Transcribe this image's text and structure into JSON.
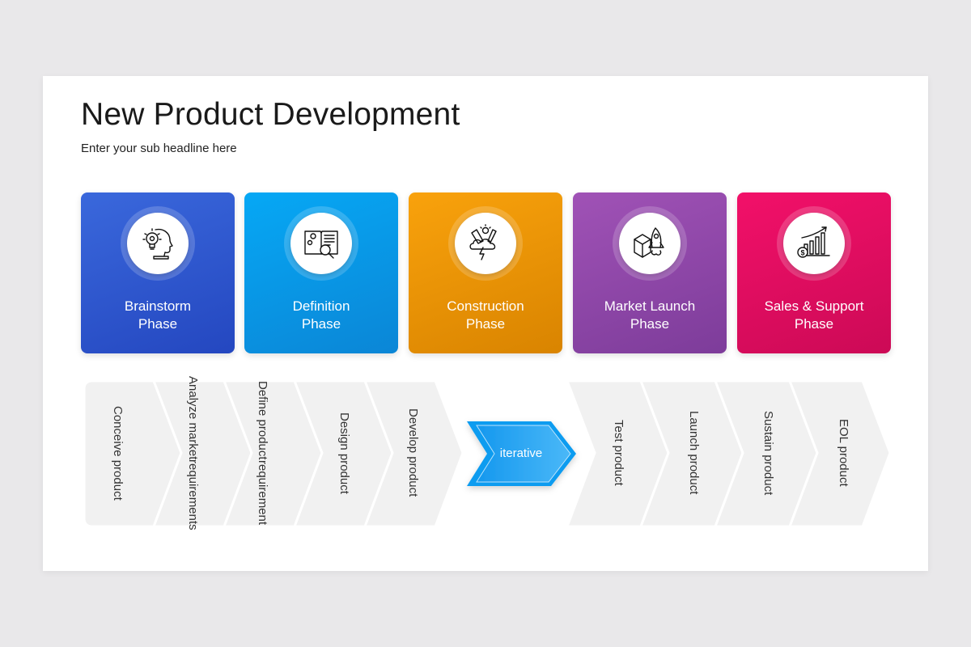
{
  "slide": {
    "title": "New Product Development",
    "subtitle": "Enter your sub headline here"
  },
  "phases": [
    {
      "label_line1": "Brainstorm",
      "label_line2": "Phase",
      "icon": "head-lightbulb-gear-icon",
      "color_top": "#3a68dc",
      "color_bottom": "#2447c0"
    },
    {
      "label_line1": "Definition",
      "label_line2": "Phase",
      "icon": "book-magnifier-gears-icon",
      "color_top": "#06a8f5",
      "color_bottom": "#0b86d6"
    },
    {
      "label_line1": "Construction",
      "label_line2": "Phase",
      "icon": "tools-cloud-lightning-icon",
      "color_top": "#f9a20c",
      "color_bottom": "#d98400"
    },
    {
      "label_line1": "Market Launch",
      "label_line2": "Phase",
      "icon": "box-rocket-icon",
      "color_top": "#a052b6",
      "color_bottom": "#7d3c9a"
    },
    {
      "label_line1": "Sales & Support",
      "label_line2": "Phase",
      "icon": "dollar-bar-chart-icon",
      "color_top": "#f21069",
      "color_bottom": "#cc0a56"
    }
  ],
  "steps": [
    {
      "lines": [
        "Conceive product"
      ]
    },
    {
      "lines": [
        "Analyze market",
        "requirements"
      ]
    },
    {
      "lines": [
        "Define product",
        "requirement"
      ]
    },
    {
      "lines": [
        "Design product"
      ]
    },
    {
      "lines": [
        "Develop product"
      ]
    },
    {
      "lines": [
        "Test product"
      ]
    },
    {
      "lines": [
        "Launch product"
      ]
    },
    {
      "lines": [
        "Sustain product"
      ]
    },
    {
      "lines": [
        "EOL product"
      ]
    }
  ],
  "iterative": {
    "label": "iterative",
    "color": "#1ea4f4"
  },
  "colors": {
    "chevron_fill": "#f1f1f1",
    "page_background": "#e9e8ea"
  }
}
